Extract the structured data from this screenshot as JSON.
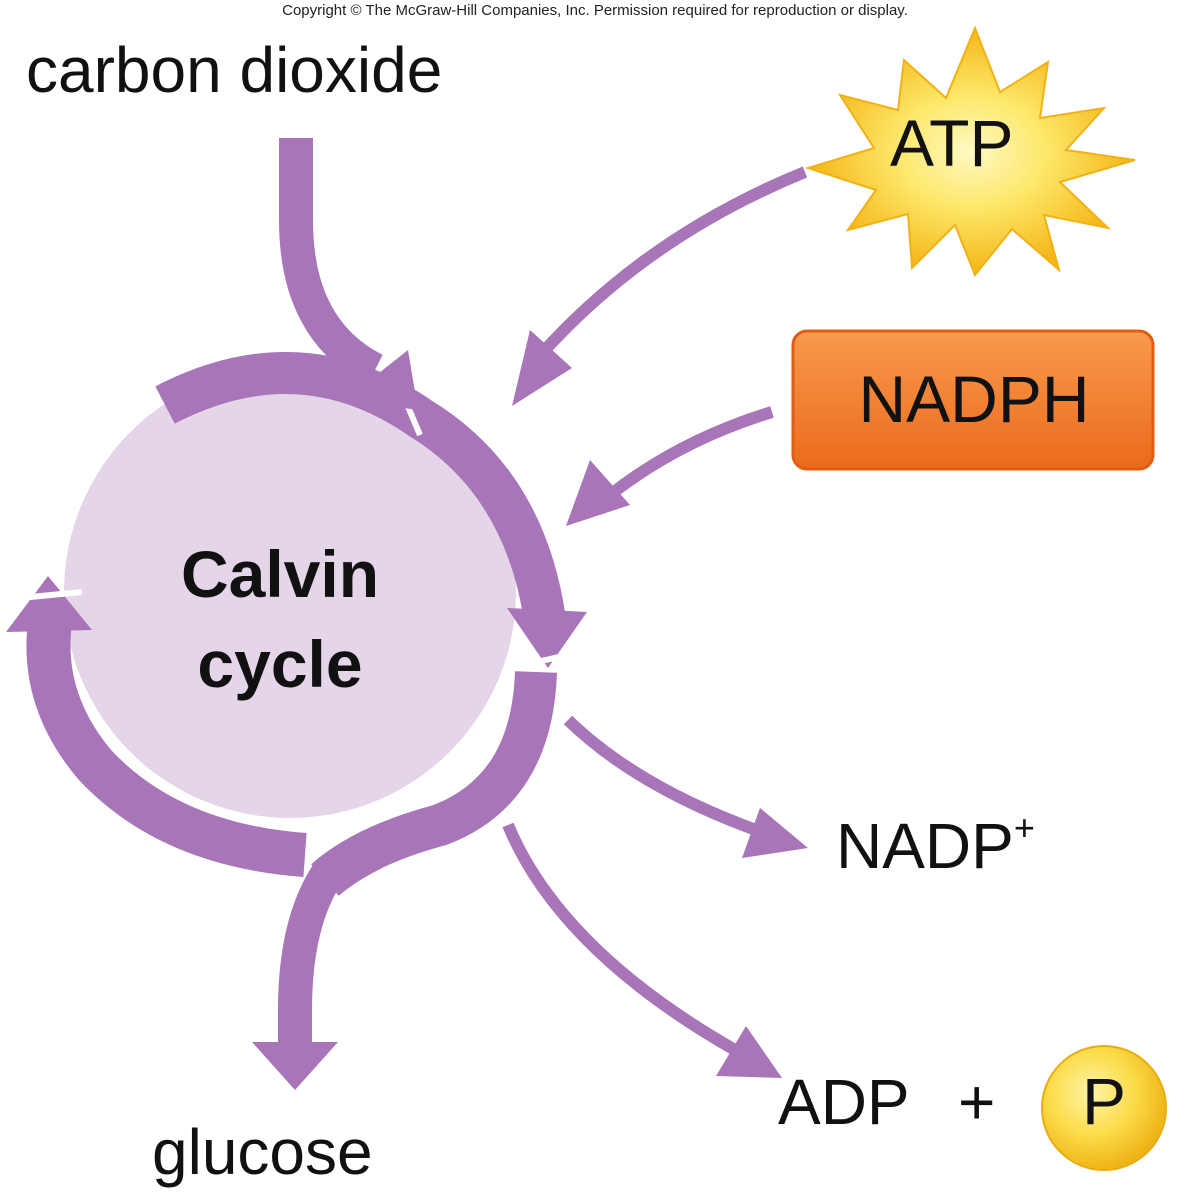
{
  "copyright": "Copyright © The McGraw-Hill Companies, Inc. Permission required for reproduction or display.",
  "inputs": {
    "carbon_dioxide": "carbon dioxide",
    "atp": "ATP",
    "nadph": "NADPH"
  },
  "cycle": {
    "line1": "Calvin",
    "line2": "cycle"
  },
  "outputs": {
    "glucose": "glucose",
    "nadp_base": "NADP",
    "nadp_charge": "+",
    "adp": "ADP",
    "plus": "+",
    "phosphate": "P"
  },
  "colors": {
    "arrow": "#a875b8",
    "cycle_fill": "#e4d5e8",
    "atp_burst": "#f7c51e",
    "nadph_box": "#f07a2a",
    "phosphate_circle": "#f5c21b"
  }
}
